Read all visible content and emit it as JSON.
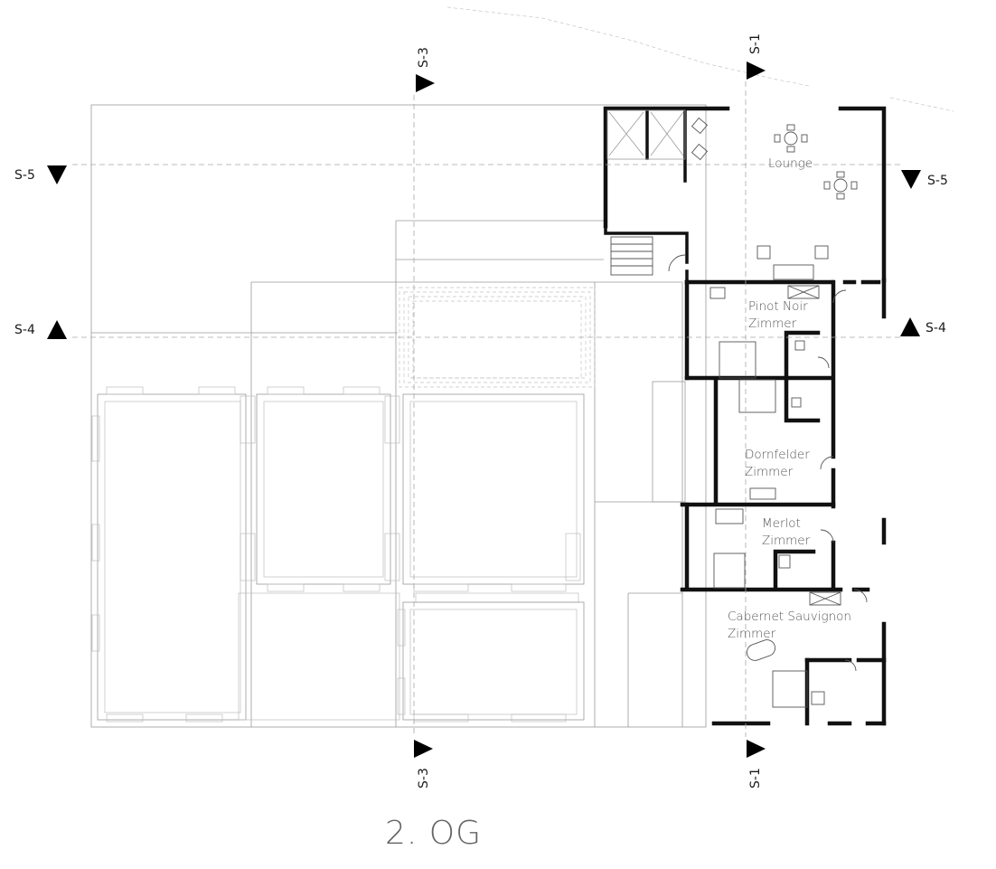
{
  "floor_title": "2. OG",
  "rooms": {
    "lounge": "Lounge",
    "pinot_noir": [
      "Pinot Noir",
      "Zimmer"
    ],
    "dornfelder": [
      "Dornfelder",
      "Zimmer"
    ],
    "merlot": [
      "Merlot",
      "Zimmer"
    ],
    "cabernet": [
      "Cabernet Sauvignon",
      "Zimmer"
    ]
  },
  "section_markers": {
    "s1": "S-1",
    "s3": "S-3",
    "s4": "S-4",
    "s5": "S-5"
  }
}
